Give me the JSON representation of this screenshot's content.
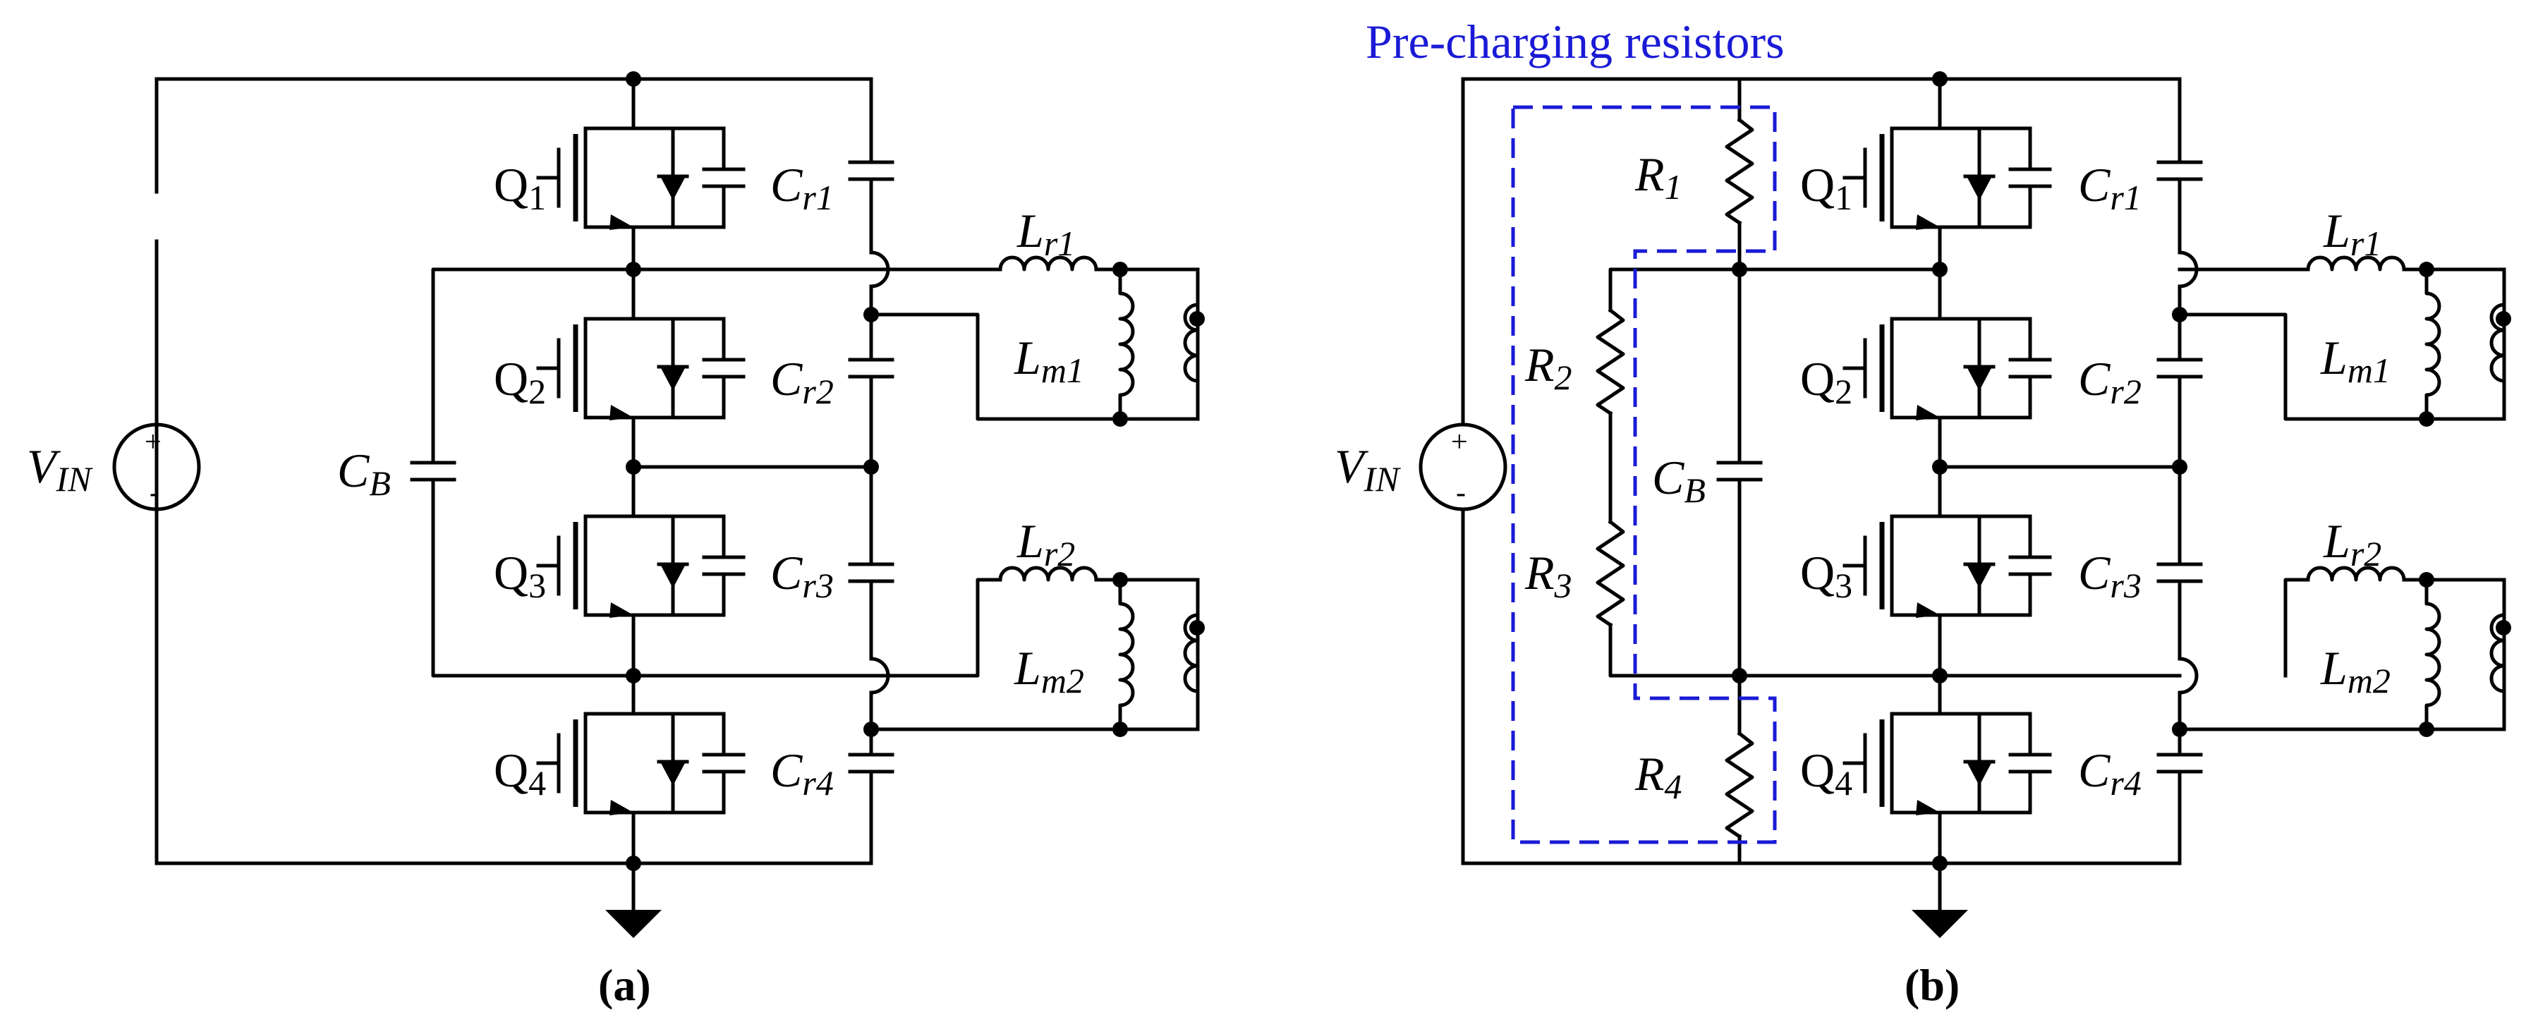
{
  "figure_a": {
    "caption": "(a)",
    "labels": {
      "vin_main": "V",
      "vin_sub": "IN",
      "q1_main": "Q",
      "q1_sub": "1",
      "q2_main": "Q",
      "q2_sub": "2",
      "q3_main": "Q",
      "q3_sub": "3",
      "q4_main": "Q",
      "q4_sub": "4",
      "cr1_main": "C",
      "cr1_sub": "r1",
      "cr2_main": "C",
      "cr2_sub": "r2",
      "cr3_main": "C",
      "cr3_sub": "r3",
      "cr4_main": "C",
      "cr4_sub": "r4",
      "cb_main": "C",
      "cb_sub": "B",
      "lr1_main": "L",
      "lr1_sub": "r1",
      "lr2_main": "L",
      "lr2_sub": "r2",
      "lm1_main": "L",
      "lm1_sub": "m1",
      "lm2_main": "L",
      "lm2_sub": "m2",
      "plus": "+",
      "minus": "-"
    }
  },
  "figure_b": {
    "caption": "(b)",
    "annotation": "Pre-charging resistors",
    "labels": {
      "vin_main": "V",
      "vin_sub": "IN",
      "q1_main": "Q",
      "q1_sub": "1",
      "q2_main": "Q",
      "q2_sub": "2",
      "q3_main": "Q",
      "q3_sub": "3",
      "q4_main": "Q",
      "q4_sub": "4",
      "cr1_main": "C",
      "cr1_sub": "r1",
      "cr2_main": "C",
      "cr2_sub": "r2",
      "cr3_main": "C",
      "cr3_sub": "r3",
      "cr4_main": "C",
      "cr4_sub": "r4",
      "cb_main": "C",
      "cb_sub": "B",
      "lr1_main": "L",
      "lr1_sub": "r1",
      "lr2_main": "L",
      "lr2_sub": "r2",
      "lm1_main": "L",
      "lm1_sub": "m1",
      "lm2_main": "L",
      "lm2_sub": "m2",
      "r1_main": "R",
      "r1_sub": "1",
      "r2_main": "R",
      "r2_sub": "2",
      "r3_main": "R",
      "r3_sub": "3",
      "r4_main": "R",
      "r4_sub": "4",
      "plus": "+",
      "minus": "-"
    }
  },
  "colors": {
    "wire": "#000000",
    "annotation": "#1a1ad6",
    "background": "#ffffff"
  }
}
